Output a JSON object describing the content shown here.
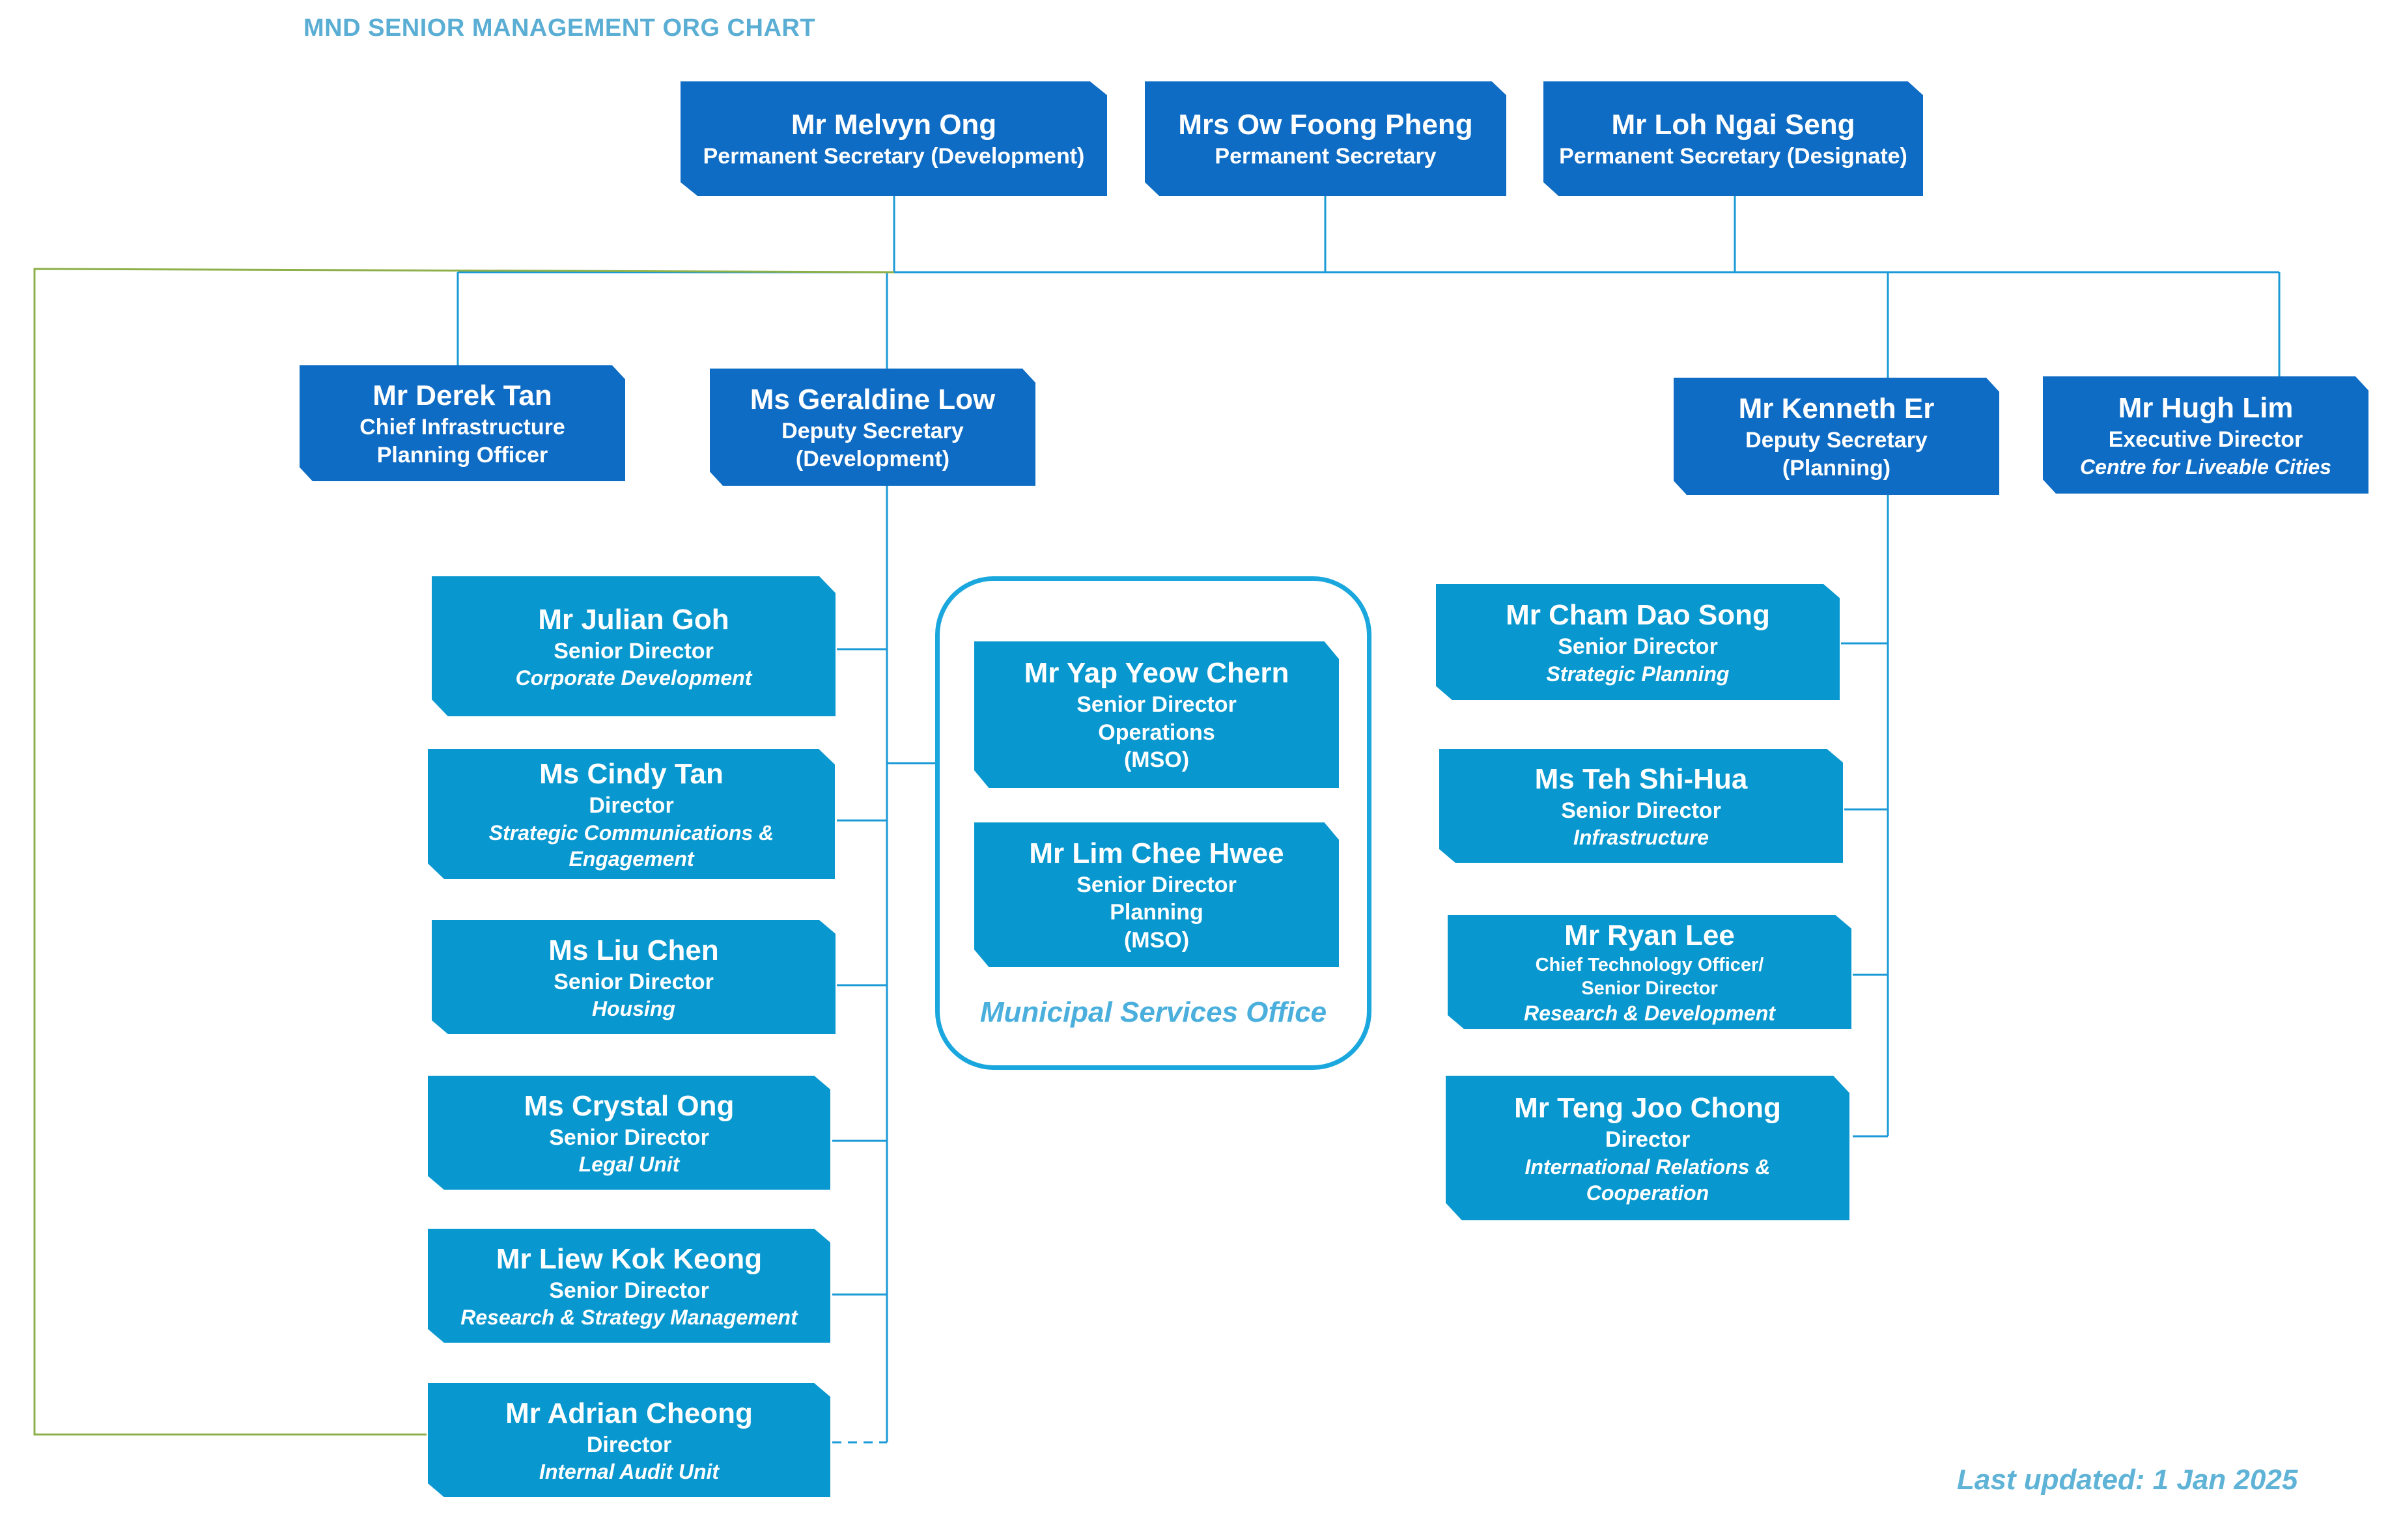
{
  "title": "MND SENIOR MANAGEMENT ORG CHART",
  "permanent_secretaries": [
    {
      "name": "Mr Melvyn Ong",
      "role": "Permanent Secretary (Development)"
    },
    {
      "name": "Mrs Ow Foong Pheng",
      "role": "Permanent Secretary"
    },
    {
      "name": "Mr Loh Ngai Seng",
      "role": "Permanent Secretary (Designate)"
    }
  ],
  "second_tier": {
    "derek": {
      "name": "Mr Derek Tan",
      "role_line1": "Chief Infrastructure",
      "role_line2": "Planning Officer"
    },
    "geraldine": {
      "name": "Ms Geraldine Low",
      "role_line1": "Deputy Secretary",
      "role_line2": "(Development)"
    },
    "kenneth": {
      "name": "Mr Kenneth Er",
      "role_line1": "Deputy Secretary",
      "role_line2": "(Planning)"
    },
    "hugh": {
      "name": "Mr Hugh Lim",
      "role": "Executive Director",
      "unit": "Centre for Liveable Cities"
    }
  },
  "development_units": [
    {
      "name": "Mr Julian Goh",
      "role": "Senior Director",
      "unit": "Corporate Development"
    },
    {
      "name": "Ms Cindy Tan",
      "role": "Director",
      "unit_line1": "Strategic Communications &",
      "unit_line2": "Engagement"
    },
    {
      "name": "Ms Liu Chen",
      "role": "Senior Director",
      "unit": "Housing"
    },
    {
      "name": "Ms Crystal Ong",
      "role": "Senior Director",
      "unit": "Legal Unit"
    },
    {
      "name": "Mr Liew Kok Keong",
      "role": "Senior Director",
      "unit": "Research & Strategy Management"
    },
    {
      "name": "Mr Adrian Cheong",
      "role": "Director",
      "unit": "Internal Audit Unit"
    }
  ],
  "mso": {
    "label": "Municipal Services Office",
    "members": [
      {
        "name": "Mr Yap Yeow Chern",
        "role": "Senior Director",
        "area": "Operations",
        "tag": "(MSO)"
      },
      {
        "name": "Mr Lim Chee Hwee",
        "role": "Senior Director",
        "area": "Planning",
        "tag": "(MSO)"
      }
    ]
  },
  "planning_units": [
    {
      "name": "Mr Cham Dao Song",
      "role": "Senior Director",
      "unit": "Strategic Planning"
    },
    {
      "name": "Ms Teh Shi-Hua",
      "role": "Senior Director",
      "unit": "Infrastructure"
    },
    {
      "name": "Mr Ryan Lee",
      "role_line1": "Chief Technology Officer/",
      "role_line2": "Senior Director",
      "unit": "Research & Development"
    },
    {
      "name": "Mr Teng Joo Chong",
      "role": "Director",
      "unit_line1": "International Relations &",
      "unit_line2": "Cooperation"
    }
  ],
  "last_updated": "Last updated: 1 Jan 2025",
  "colors": {
    "dark_box": "#0f6cc4",
    "light_box": "#0898cf",
    "connector": "#1a9ad6",
    "audit_line": "#8db04a",
    "title": "#5aaed4"
  }
}
